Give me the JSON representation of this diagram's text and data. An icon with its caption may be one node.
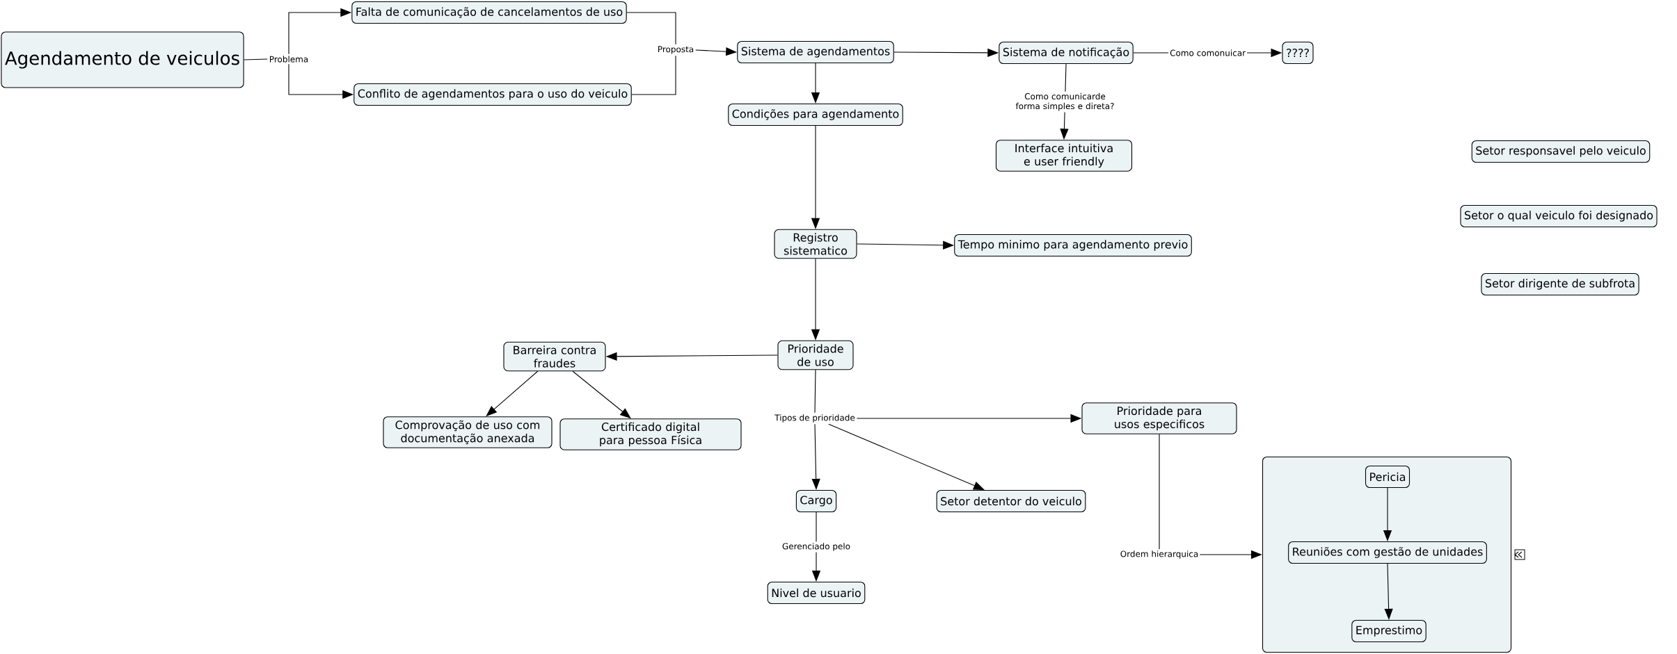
{
  "diagram": {
    "nodes": [
      {
        "text": [
          "Agendamento de veiculos"
        ]
      },
      {
        "text": [
          "Problema"
        ]
      },
      {
        "text": [
          "Falta de comunicação de cancelamentos de uso"
        ]
      },
      {
        "text": [
          "Conflito de agendamentos para o uso do veiculo"
        ]
      },
      {
        "text": [
          "Proposta"
        ]
      },
      {
        "text": [
          "Sistema de agendamentos"
        ]
      },
      {
        "text": [
          "Sistema de notificação"
        ]
      },
      {
        "text": [
          "????"
        ]
      },
      {
        "text": [
          "Condições para agendamento"
        ]
      },
      {
        "text": [
          "Interface intuitiva e user friendly"
        ]
      },
      {
        "text": [
          "Registro sistematico"
        ]
      },
      {
        "text": [
          "Tempo minimo para agendamento previo"
        ]
      },
      {
        "text": [
          "Setor responsavel pelo veiculo"
        ]
      },
      {
        "text": [
          "Setor o qual veiculo foi designado"
        ]
      },
      {
        "text": [
          "Setor dirigente de subfrota"
        ]
      },
      {
        "text": [
          "Prioridade de uso"
        ]
      },
      {
        "text": [
          "Barreira contra fraudes"
        ]
      },
      {
        "text": [
          "Comprovação de uso com documentação anexada"
        ]
      },
      {
        "text": [
          "Certificado digital para pessoa Física"
        ]
      },
      {
        "text": [
          "Tipos de prioridade"
        ]
      },
      {
        "text": [
          "Prioridade para usos especificos"
        ]
      },
      {
        "text": [
          "Cargo"
        ]
      },
      {
        "text": [
          "Setor detentor do veiculo"
        ]
      },
      {
        "text": [
          "Nivel de usuario"
        ]
      },
      {
        "text": [],
        "shape": "box"
      },
      {
        "text": [
          "Pericia"
        ],
        "in": 24
      },
      {
        "text": [
          "Reuniões com gestão de unidades"
        ],
        "in": 24
      },
      {
        "text": [
          "Emprestimo"
        ],
        "in": 24
      }
    ],
    "edges": [
      {
        "from": 0,
        "to": 1,
        "arrow": "none"
      },
      {
        "from": 1,
        "to": 2,
        "arrow": "to"
      },
      {
        "from": 1,
        "to": 3,
        "arrow": "to"
      },
      {
        "from": 2,
        "to": 4,
        "arrow": "none"
      },
      {
        "from": 3,
        "to": 4,
        "arrow": "none"
      },
      {
        "from": 4,
        "to": 5,
        "arrow": "to"
      },
      {
        "from": 5,
        "to": 6,
        "arrow": "to"
      },
      {
        "from": 5,
        "to": 8,
        "arrow": "to"
      },
      {
        "from": 6,
        "to": 7,
        "arrow": "to",
        "label": "Como comonuicar"
      },
      {
        "from": 6,
        "to": 9,
        "arrow": "to",
        "label": "Como comunicarde forma simples e direta?"
      },
      {
        "from": 8,
        "to": 10,
        "arrow": "to"
      },
      {
        "from": 10,
        "to": 11,
        "arrow": "to"
      },
      {
        "from": 10,
        "to": 15,
        "arrow": "to"
      },
      {
        "from": 15,
        "to": 16,
        "arrow": "to"
      },
      {
        "from": 16,
        "to": 17,
        "arrow": "to"
      },
      {
        "from": 16,
        "to": 18,
        "arrow": "to"
      },
      {
        "from": 15,
        "to": 19,
        "arrow": "none"
      },
      {
        "from": 19,
        "to": 20,
        "arrow": "to"
      },
      {
        "from": 19,
        "to": 21,
        "arrow": "to"
      },
      {
        "from": 19,
        "to": 22,
        "arrow": "to"
      },
      {
        "from": 21,
        "to": 23,
        "arrow": "to",
        "label": "Gerenciado pelo"
      },
      {
        "from": 20,
        "to": 24,
        "arrow": "to",
        "label": "Ordem hierarquica"
      },
      {
        "from": 25,
        "to": 26,
        "arrow": "to"
      },
      {
        "from": 26,
        "to": 27,
        "arrow": "to"
      }
    ]
  }
}
